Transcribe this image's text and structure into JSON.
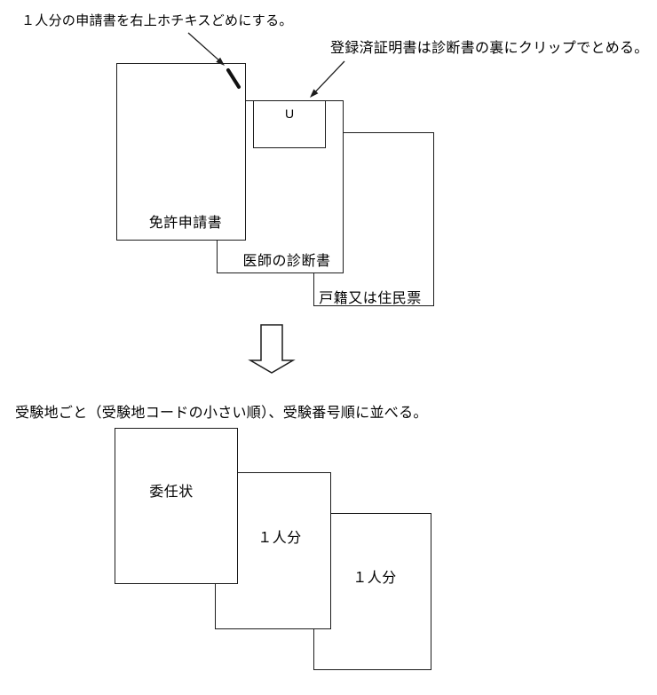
{
  "annotations": {
    "staple_note": "１人分の申請書を右上ホチキスどめにする。",
    "clip_note": "登録済証明書は診断書の裏にクリップでとめる。",
    "sort_note": "受験地ごと（受験地コードの小さい順）、受験番号順に並べる。"
  },
  "top_stack": {
    "documents": [
      {
        "label": "免許申請書"
      },
      {
        "label": "医師の診断書"
      },
      {
        "label": "戸籍又は住民票"
      }
    ],
    "clip_symbol": "U"
  },
  "bottom_stack": {
    "documents": [
      {
        "label": "委任状"
      },
      {
        "label": "１人分"
      },
      {
        "label": "１人分"
      }
    ]
  },
  "colors": {
    "line": "#1c1c1c",
    "text": "#000000",
    "background": "#ffffff"
  }
}
